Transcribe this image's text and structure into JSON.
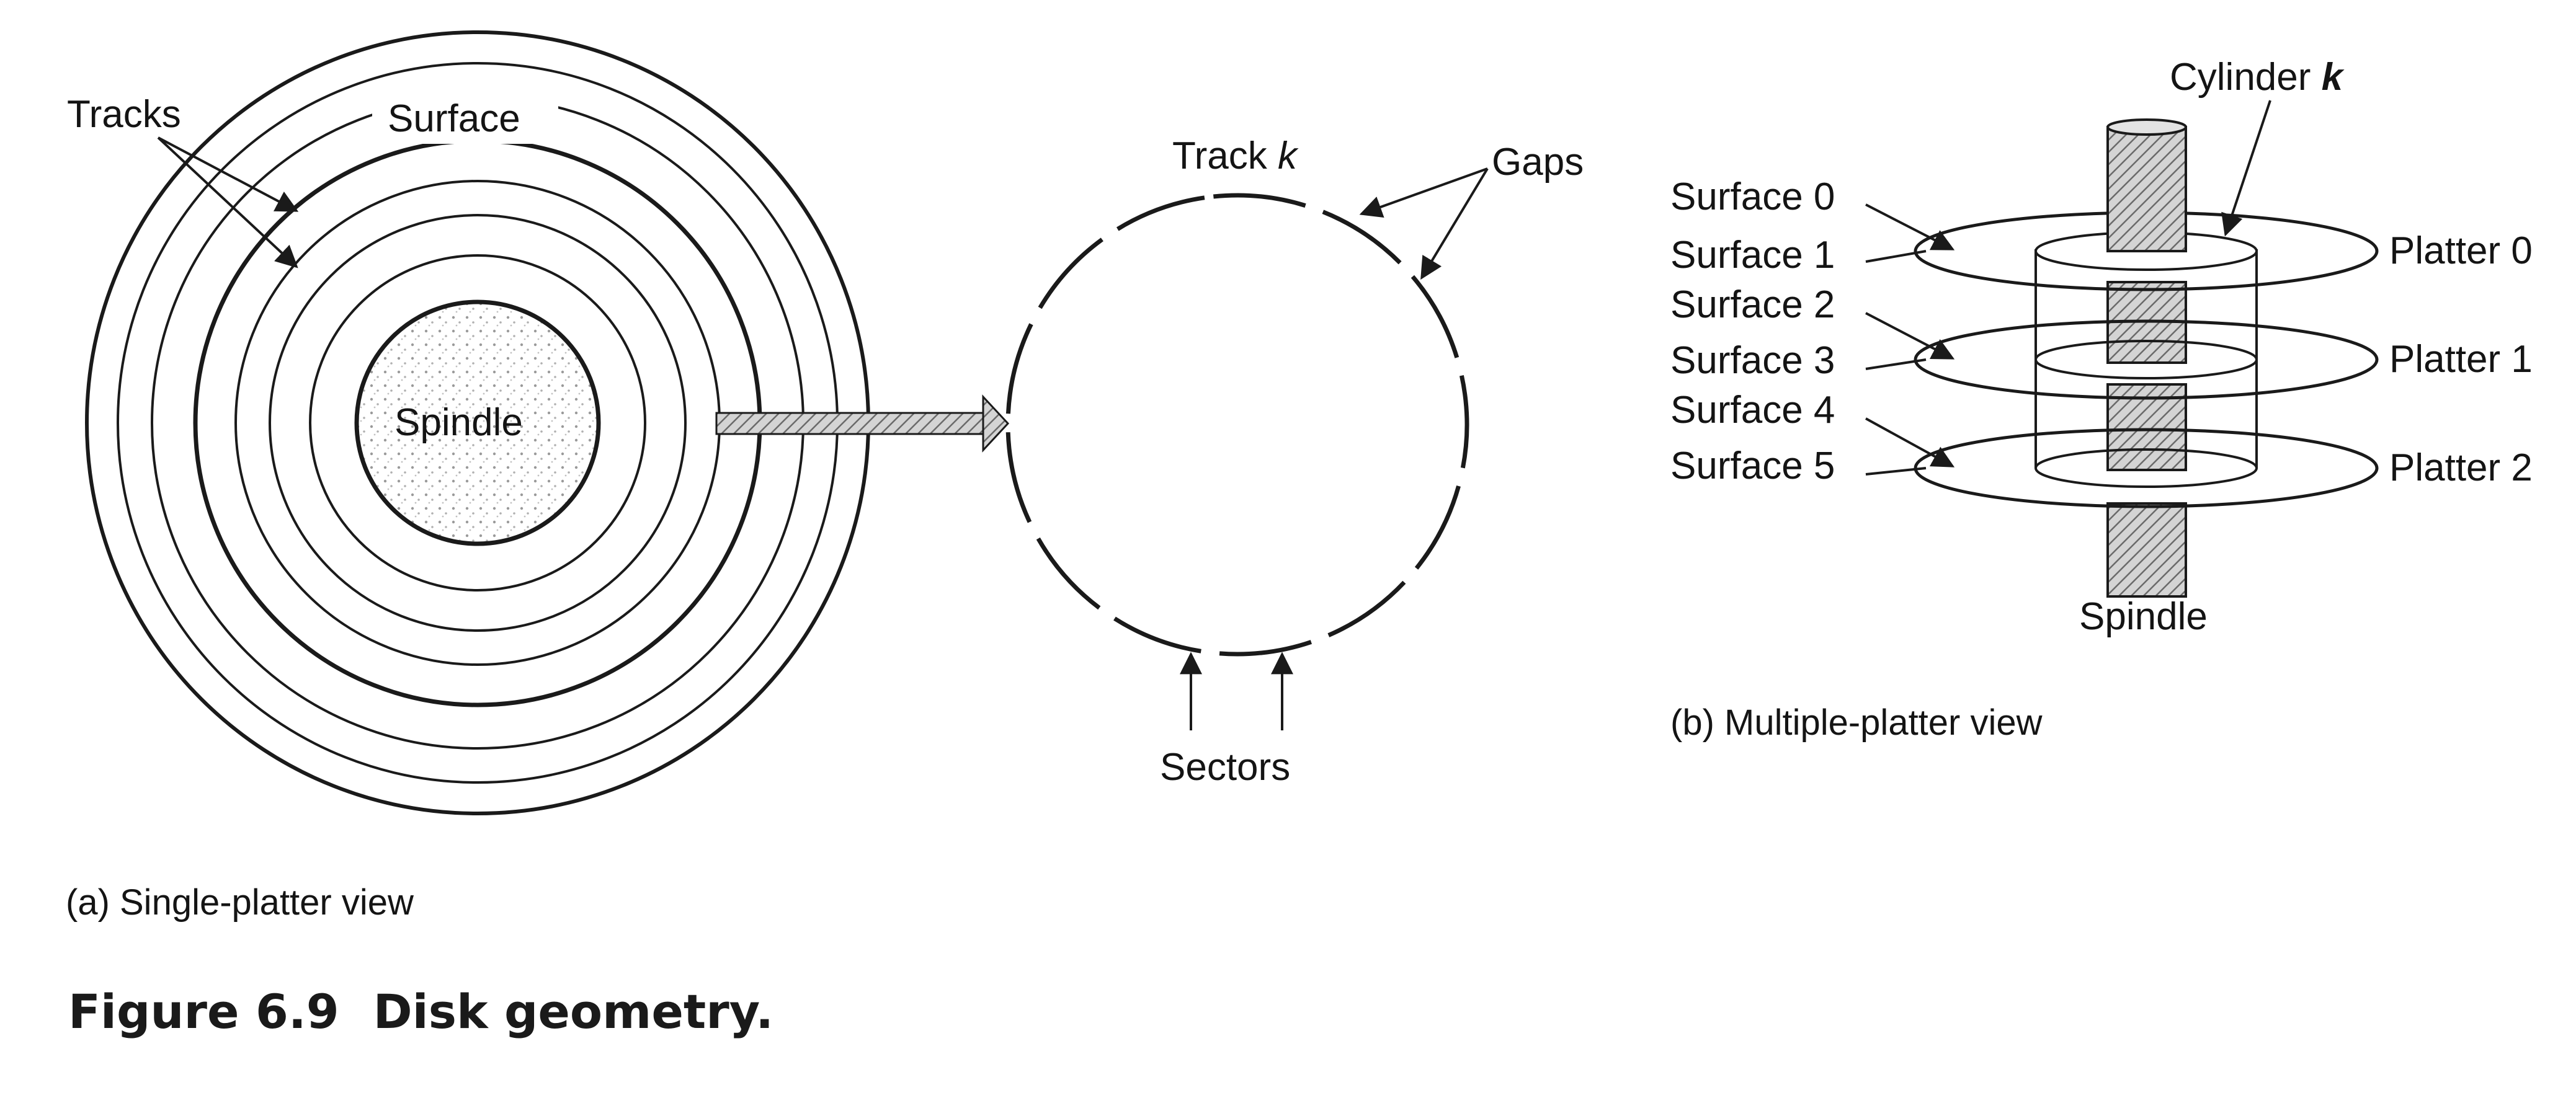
{
  "figure": {
    "caption_number": "Figure 6.9",
    "caption_text": "Disk geometry."
  },
  "panel_a": {
    "caption": "(a) Single-platter view",
    "labels": {
      "tracks": "Tracks",
      "surface": "Surface",
      "spindle": "Spindle",
      "track_k_prefix": "Track ",
      "track_k_var": "k",
      "gaps": "Gaps",
      "sectors": "Sectors"
    }
  },
  "panel_b": {
    "caption": "(b) Multiple-platter view",
    "cylinder_prefix": "Cylinder ",
    "cylinder_var": "k",
    "spindle": "Spindle",
    "surfaces": [
      "Surface 0",
      "Surface 1",
      "Surface 2",
      "Surface 3",
      "Surface 4",
      "Surface 5"
    ],
    "platters": [
      "Platter 0",
      "Platter 1",
      "Platter 2"
    ]
  },
  "colors": {
    "ink": "#1a1a1a",
    "spindle_fill": "#cfcfcf",
    "background": "#ffffff"
  }
}
